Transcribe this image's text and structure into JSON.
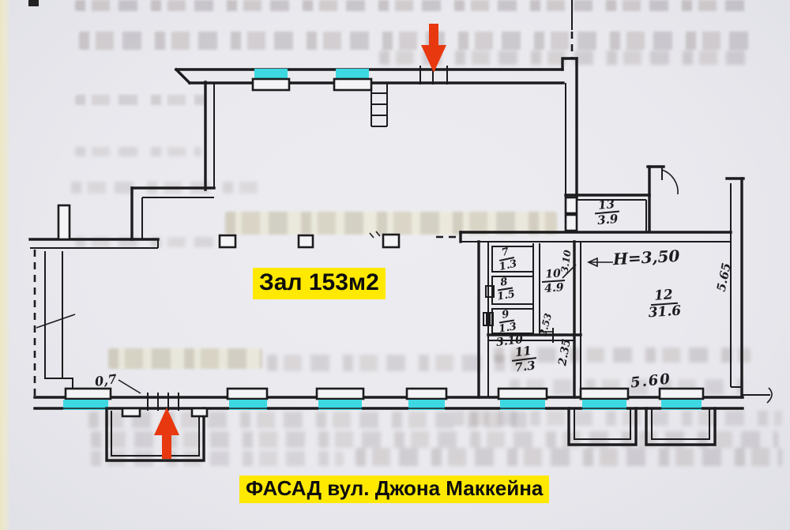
{
  "plan": {
    "hall_label": "Зал 153м2",
    "facade_label": "ФАСАД вул. Джона Маккейна",
    "height_note": "H=3,50",
    "rooms": {
      "r7": {
        "number": "7",
        "area": "1.3"
      },
      "r8": {
        "number": "8",
        "area": "1.5"
      },
      "r9": {
        "number": "9",
        "area": "1.3"
      },
      "r10": {
        "number": "10",
        "area": "4.9"
      },
      "r11": {
        "number": "11",
        "area": "7.3"
      },
      "r12": {
        "number": "12",
        "area": "31.6"
      },
      "r13": {
        "number": "13",
        "area": "3.9"
      }
    },
    "dimensions": {
      "entrance_door_width": "0,7",
      "room11_width": "3.10",
      "room11_depth": "2.35",
      "corridor_length": "2.53",
      "shaft_side": "3.10",
      "room12_depth": "5.65",
      "facade_span": "5.60"
    },
    "colors": {
      "highlight": "#ffe900",
      "window": "#3cd9e2",
      "arrow": "#e8380f",
      "ink": "#1c1b1d",
      "paper": "#e9e9ee"
    }
  }
}
